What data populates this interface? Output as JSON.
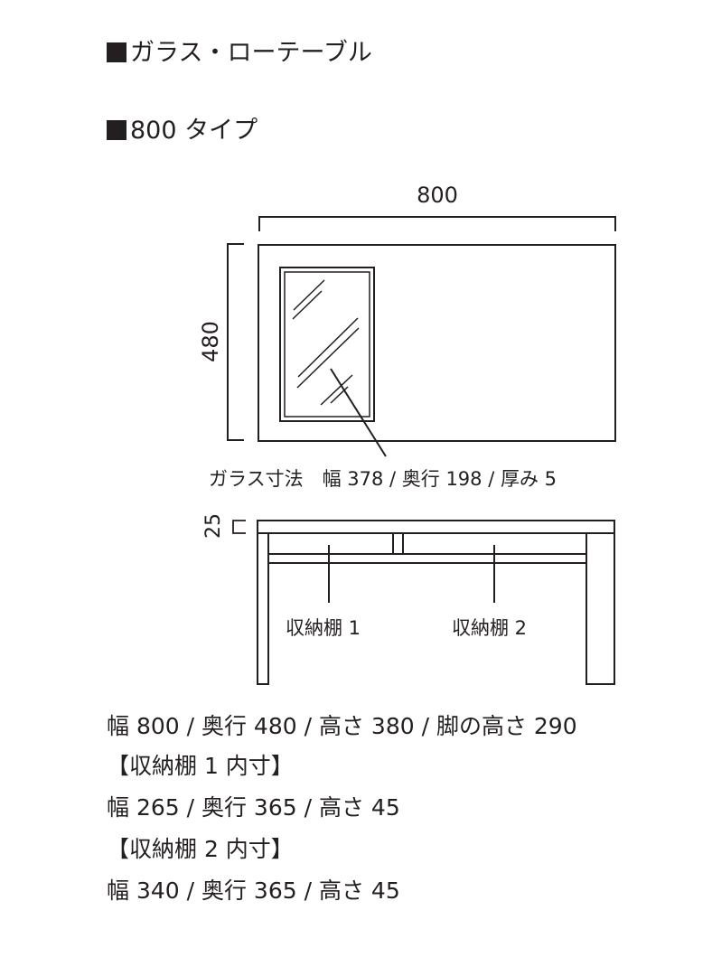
{
  "title": "ガラス・ローテーブル",
  "subtitle": "800 タイプ",
  "diagram": {
    "top_view": {
      "width_label": "800",
      "depth_label": "480",
      "glass_caption": "ガラス寸法　幅 378 / 奥行 198 / 厚み 5"
    },
    "front_view": {
      "top_thickness_label": "25",
      "shelf1_label": "収納棚 1",
      "shelf2_label": "収納棚 2"
    },
    "line_color": "#231f20"
  },
  "specs": {
    "overall": "幅 800 / 奥行 480 / 高さ 380 / 脚の高さ 290",
    "shelf1_heading": "【収納棚 1 内寸】",
    "shelf1_dims": "幅 265 / 奥行 365 / 高さ 45",
    "shelf2_heading": "【収納棚 2 内寸】",
    "shelf2_dims": "幅 340 / 奥行 365 / 高さ 45"
  }
}
